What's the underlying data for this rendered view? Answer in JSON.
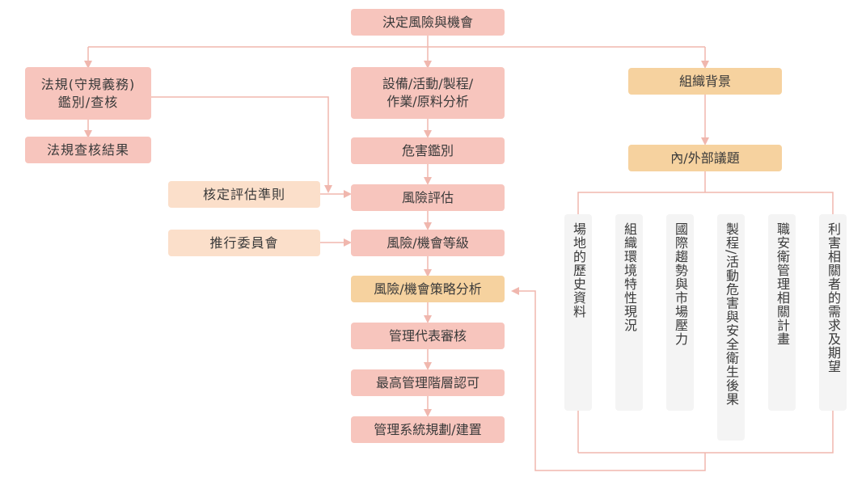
{
  "diagram": {
    "top": "決定風險與機會",
    "left_branch": {
      "identify": "法規(守規義務)\n鑑別/查核",
      "result": "法規查核結果"
    },
    "center_branch": {
      "equipment": "設備/活動/製程/\n作業/原料分析",
      "hazard_id": "危害鑑別",
      "risk_assessment": "風險評估",
      "risk_level": "風險/機會等級",
      "strategy": "風險/機會策略分析",
      "mgmt_rep": "管理代表審核",
      "top_mgmt": "最高管理階層認可",
      "planning": "管理系統規劃/建置"
    },
    "side_inputs": {
      "criteria": "核定評估準則",
      "committee": "推行委員會"
    },
    "right_branch": {
      "context": "組織背景",
      "issues": "內/外部議題",
      "columns": [
        "場地的歷史資料",
        "組織環境特性現況",
        "國際趨勢與市場壓力",
        "製程/活動危害與安全衛生後果",
        "職安衛管理相關計畫",
        "利害相關者的需求及期望"
      ]
    },
    "colors": {
      "pink_box": "#f7c5bd",
      "orange_box": "#f6d29f",
      "peach_box": "#fbdfca",
      "connector": "#f0b7ae",
      "column_bg": "#f4f4f4"
    }
  }
}
